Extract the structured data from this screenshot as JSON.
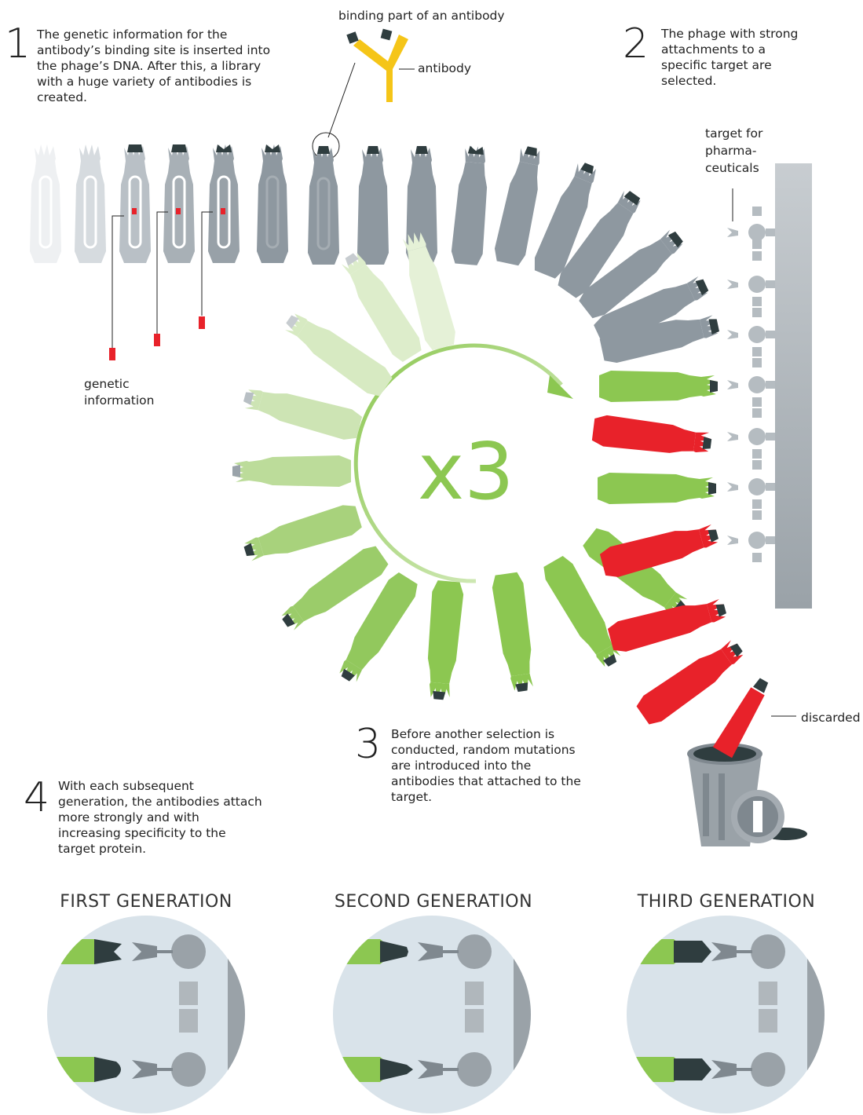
{
  "steps": [
    {
      "number": "1",
      "text": "The genetic information for the antibody’s binding site is inserted into the phage’s DNA. After this, a library with a huge variety of antibodies is created."
    },
    {
      "number": "2",
      "text": "The phage with strong attachments to a specific target are selected."
    },
    {
      "number": "3",
      "text": "Before another selection is conducted, random mutations are introduced into the antibodies that attached to the target."
    },
    {
      "number": "4",
      "text": "With each subsequent generation, the antibodies attach more strongly and with increasing specificity to the target protein."
    }
  ],
  "labels": {
    "binding_part": "binding part of an antibody",
    "antibody": "antibody",
    "target": "target for pharma-ceuticals",
    "target_line1": "target for",
    "target_line2": "pharma-",
    "target_line3": "ceuticals",
    "genetic_info_line1": "genetic",
    "genetic_info_line2": "information",
    "discarded": "discarded",
    "cycle_count": "x3"
  },
  "generations": [
    {
      "title": "FIRST GENERATION"
    },
    {
      "title": "SECOND GENERATION"
    },
    {
      "title": "THIRD GENERATION"
    }
  ],
  "colors": {
    "phage_gray": "#8e98a0",
    "phage_light": "#d6dbdf",
    "phage_green": "#8cc751",
    "phage_pale_green": "#c7e2a8",
    "selected_red": "#e8222a",
    "antibody_yellow": "#f5c518",
    "binding_tip": "#2f3d3f",
    "cycle_green": "#8cc751",
    "target_gray": "#a5acb2",
    "circle_bg": "#d9e3ea"
  }
}
